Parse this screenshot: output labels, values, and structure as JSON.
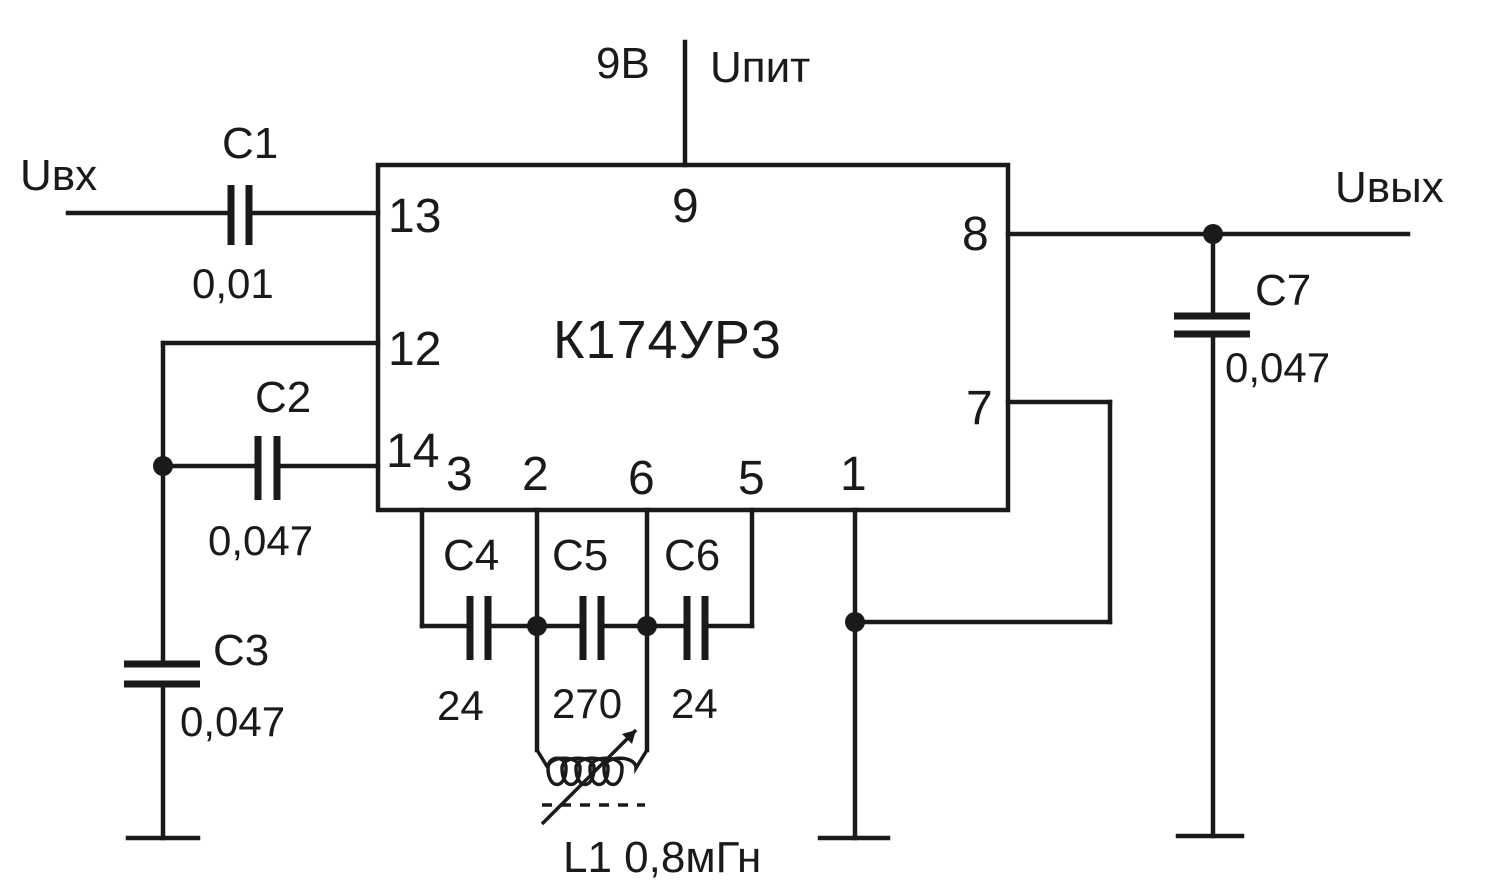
{
  "supply": {
    "voltage": "9В",
    "label": "Uпит"
  },
  "input_label": "Uвх",
  "output_label": "Uвых",
  "ic": {
    "name": "К174УР3",
    "pins": {
      "p13": "13",
      "p9": "9",
      "p8": "8",
      "p12": "12",
      "p7": "7",
      "p14": "14",
      "p3": "3",
      "p2": "2",
      "p6": "6",
      "p5": "5",
      "p1": "1"
    }
  },
  "capacitors": {
    "c1": {
      "name": "C1",
      "value": "0,01"
    },
    "c2": {
      "name": "C2",
      "value": "0,047"
    },
    "c3": {
      "name": "C3",
      "value": "0,047"
    },
    "c4": {
      "name": "C4",
      "value": "24"
    },
    "c5": {
      "name": "C5",
      "value": "270"
    },
    "c6": {
      "name": "C6",
      "value": "24"
    },
    "c7": {
      "name": "C7",
      "value": "0,047"
    }
  },
  "inductor": {
    "label": "L1 0,8мГн"
  }
}
